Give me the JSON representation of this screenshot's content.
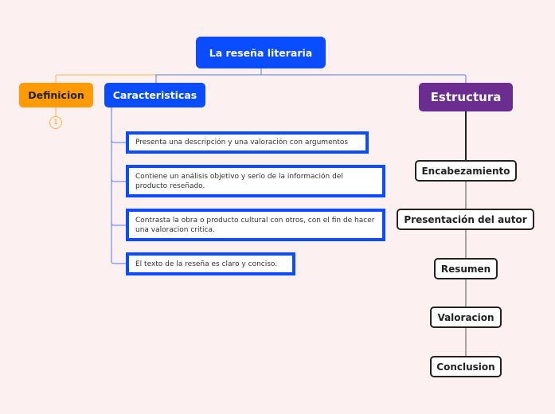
{
  "root": {
    "label": "La reseña literaria"
  },
  "definicion": {
    "label": "Definicion",
    "badge": "1"
  },
  "caracteristicas": {
    "label": "Caracteristicas",
    "items": [
      "Presenta una descripción y una valoración con argumentos",
      "Contiene un análisis objetivo y serio de la información del producto reseñado.",
      "Contrasta la obra o producto cultural con otros, con el fin de hacer una valoracion critica.",
      "El texto de la reseña es claro y conciso."
    ]
  },
  "estructura": {
    "label": "Estructura",
    "items": [
      "Encabezamiento",
      "Presentación del autor",
      "Resumen",
      "Valoracion",
      "Conclusion"
    ]
  },
  "colors": {
    "blue": "#0a4cff",
    "orange": "#ff9a05",
    "purple": "#6b2d8f",
    "background": "#fdf0f0"
  }
}
